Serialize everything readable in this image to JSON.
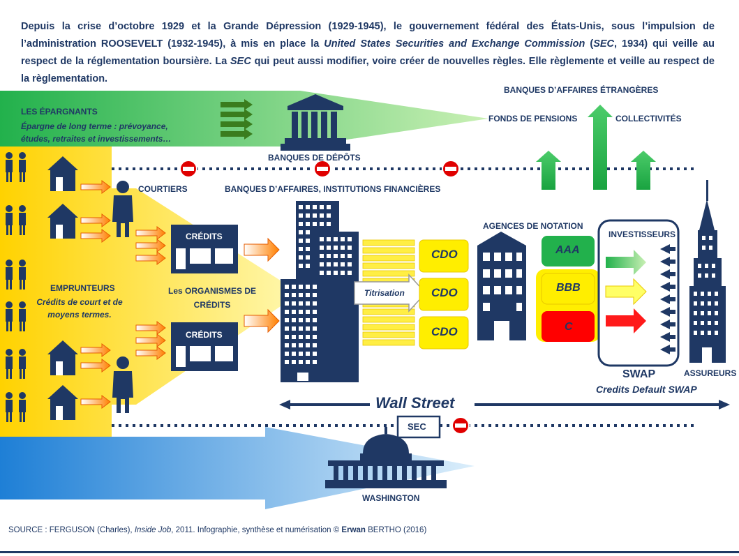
{
  "intro": {
    "p1": "Depuis la crise d’octobre 1929 et la Grande Dépression (1929-1945), le gouvernement fédéral des États-Unis, sous l’impulsion de l’administration ROOSEVELT (1932-1945), à mis en place la ",
    "p1_italic": "United States Securities and Exchange Commission",
    "p2": " (",
    "p2_italic": "SEC",
    "p3": ", 1934) qui veille au respect de la réglementation boursière. La ",
    "p3_italic": "SEC",
    "p4": " qui peut aussi modifier, voire créer de nouvelles règles. Elle règlemente et veille au respect de la règlementation."
  },
  "labels": {
    "epargnants": "LES ÉPARGNANTS",
    "epargnants_sub": "Épargne de long terme : prévoyance, études, retraites et investissements…",
    "banques_depots": "BANQUES DE DÉPÔTS",
    "banques_etrangeres": "BANQUES D’AFFAIRES ÉTRANGÈRES",
    "fonds_pensions": "FONDS DE PENSIONS",
    "collectivites": "COLLECTIVITÉS",
    "courtiers": "COURTIERS",
    "banques_affaires": "BANQUES D’AFFAIRES, INSTITUTIONS FINANCIÈRES",
    "agences_notation": "AGENCES DE NOTATION",
    "investisseurs": "INVESTISSEURS",
    "emprunteurs": "EMPRUNTEURS",
    "emprunteurs_sub": "Crédits de court et de moyens termes.",
    "organismes": "Les ORGANISMES DE CRÉDITS",
    "credits_top": "CRÉDITS",
    "credits_bottom": "CRÉDITS",
    "titrisation": "Titrisation",
    "cdo1": "CDO",
    "cdo2": "CDO",
    "cdo3": "CDO",
    "aaa": "AAA",
    "bbb": "BBB",
    "c": "C",
    "swap": "SWAP",
    "assureurs": "ASSUREURS",
    "cds": "Credits Default SWAP",
    "wall_street": "Wall Street",
    "sec": "SEC",
    "washington": "WASHINGTON"
  },
  "source": {
    "prefix": "SOURCE : FERGUSON (Charles), ",
    "title": "Inside Job",
    "middle": ", 2011. Infographie, synthèse et numérisation © ",
    "author_first": "Erwan",
    "author_last": " BERTHO (2016)"
  },
  "colors": {
    "navy": "#1f3864",
    "green": "#22b14c",
    "yellow": "#ffe600",
    "blue": "#2e86d6",
    "red": "#ff0000",
    "orange": "#ff8a00"
  }
}
